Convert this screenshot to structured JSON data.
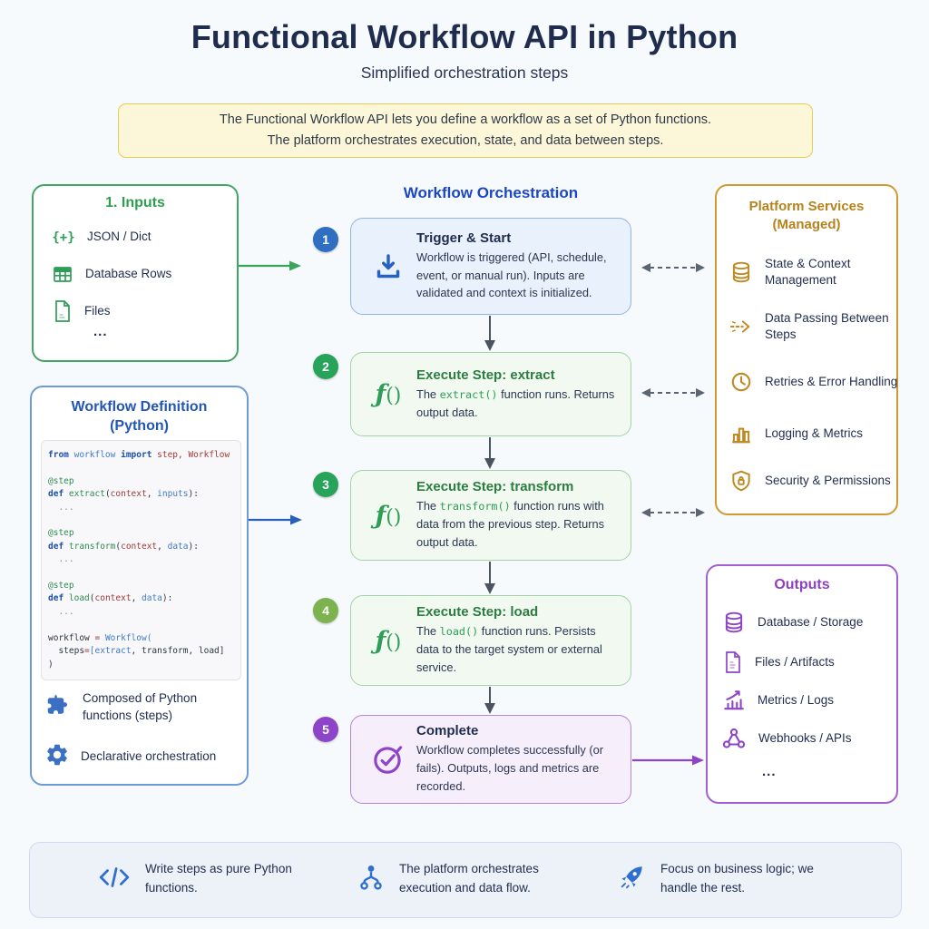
{
  "title": "Functional Workflow API in Python",
  "subtitle": "Simplified orchestration steps",
  "banner": {
    "line1": "The Functional Workflow API lets you define a workflow as a set of Python functions.",
    "line2": "The platform orchestrates execution, state, and data between steps."
  },
  "inputs": {
    "title": "1. Inputs",
    "items": [
      {
        "icon": "json-icon",
        "label": "JSON / Dict"
      },
      {
        "icon": "table-icon",
        "label": "Database Rows"
      },
      {
        "icon": "file-icon",
        "label": "Files"
      }
    ],
    "more": "..."
  },
  "definition": {
    "title_line1": "Workflow Definition",
    "title_line2": "(Python)",
    "code_lines": [
      [
        [
          "k",
          "from "
        ],
        [
          "nb",
          "workflow "
        ],
        [
          "k",
          "import "
        ],
        [
          "r",
          "step, Workflow"
        ]
      ],
      [],
      [
        [
          "g",
          "@step"
        ]
      ],
      [
        [
          "k",
          "def "
        ],
        [
          "g",
          "extract"
        ],
        [
          "p",
          "("
        ],
        [
          "r",
          "context"
        ],
        [
          "p",
          ", "
        ],
        [
          "nb",
          "inputs"
        ],
        [
          "p",
          "):"
        ]
      ],
      [
        [
          "gy",
          "  ..."
        ]
      ],
      [],
      [
        [
          "g",
          "@step"
        ]
      ],
      [
        [
          "k",
          "def "
        ],
        [
          "g",
          "transform"
        ],
        [
          "p",
          "("
        ],
        [
          "r",
          "context"
        ],
        [
          "p",
          ", "
        ],
        [
          "nb",
          "data"
        ],
        [
          "p",
          "):"
        ]
      ],
      [
        [
          "gy",
          "  ..."
        ]
      ],
      [],
      [
        [
          "g",
          "@step"
        ]
      ],
      [
        [
          "k",
          "def "
        ],
        [
          "g",
          "load"
        ],
        [
          "p",
          "("
        ],
        [
          "r",
          "context"
        ],
        [
          "p",
          ", "
        ],
        [
          "nb",
          "data"
        ],
        [
          "p",
          "):"
        ]
      ],
      [
        [
          "gy",
          "  ..."
        ]
      ],
      [],
      [
        [
          "p",
          "workflow "
        ],
        [
          "r",
          "= "
        ],
        [
          "nb",
          "Workflow("
        ]
      ],
      [
        [
          "p",
          "  steps"
        ],
        [
          "r",
          "="
        ],
        [
          "nb",
          "[extract"
        ],
        [
          "p",
          ", transform, load]"
        ]
      ],
      [
        [
          "p",
          ")"
        ]
      ]
    ],
    "features": [
      {
        "icon": "puzzle-icon",
        "label": "Composed of Python functions (steps)"
      },
      {
        "icon": "gear-icon",
        "label": "Declarative orchestration"
      }
    ]
  },
  "orchestration": {
    "title": "Workflow Orchestration",
    "steps": [
      {
        "num": "1",
        "title": "Trigger & Start",
        "body_pre": "Workflow is triggered (API, schedule, event, or manual run). Inputs are validated and context is initialized.",
        "body_code": "",
        "body_post": ""
      },
      {
        "num": "2",
        "title": "Execute Step: extract",
        "body_pre": "The ",
        "body_code": "extract()",
        "body_post": " function runs. Returns output data."
      },
      {
        "num": "3",
        "title": "Execute Step: transform",
        "body_pre": "The ",
        "body_code": "transform()",
        "body_post": " function runs with data from the previous step. Returns output data."
      },
      {
        "num": "4",
        "title": "Execute Step: load",
        "body_pre": "The ",
        "body_code": "load()",
        "body_post": " function runs. Persists data to the target system or external service."
      },
      {
        "num": "5",
        "title": "Complete",
        "body_pre": "Workflow completes successfully (or fails). Outputs, logs and metrics are recorded.",
        "body_code": "",
        "body_post": ""
      }
    ]
  },
  "platform": {
    "title_line1": "Platform Services",
    "title_line2": "(Managed)",
    "items": [
      {
        "icon": "database-icon",
        "label": "State & Context Management"
      },
      {
        "icon": "dashed-arrow-icon",
        "label": "Data Passing Between Steps"
      },
      {
        "icon": "clock-icon",
        "label": "Retries & Error Handling"
      },
      {
        "icon": "bar-chart-icon",
        "label": "Logging & Metrics"
      },
      {
        "icon": "shield-lock-icon",
        "label": "Security & Permissions"
      }
    ]
  },
  "outputs": {
    "title": "Outputs",
    "items": [
      {
        "icon": "database-icon",
        "label": "Database / Storage"
      },
      {
        "icon": "file-icon",
        "label": "Files / Artifacts"
      },
      {
        "icon": "metrics-icon",
        "label": "Metrics / Logs"
      },
      {
        "icon": "webhook-icon",
        "label": "Webhooks / APIs"
      }
    ],
    "more": "..."
  },
  "footer": {
    "items": [
      {
        "icon": "code-icon",
        "text": "Write steps as pure Python functions."
      },
      {
        "icon": "nodes-icon",
        "text": "The platform orchestrates execution and data flow."
      },
      {
        "icon": "rocket-icon",
        "text": "Focus on business logic; we handle the rest."
      }
    ]
  },
  "colors": {
    "green": "#2e9e57",
    "blue": "#2563c0",
    "royal_blue": "#1b46c4",
    "amber": "#bf8a24",
    "purple": "#8e44c8",
    "navy": "#1f2c4e",
    "banner_bg": "#fdf7da",
    "banner_border": "#e8cb52"
  }
}
